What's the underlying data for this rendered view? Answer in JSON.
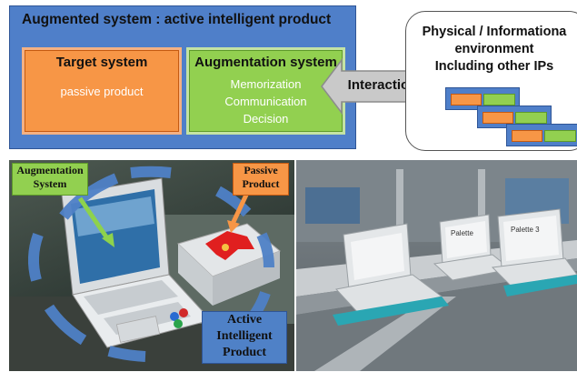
{
  "diagram": {
    "augmented_title": "Augmented system : active intelligent product",
    "target": {
      "title": "Target system",
      "text": "passive product"
    },
    "augmentation": {
      "title": "Augmentation system",
      "lines": [
        "Memorization",
        "Communication",
        "Decision"
      ]
    },
    "interaction": "Interaction",
    "environment": {
      "lines": [
        "Physical / Informationa",
        "environment",
        "Including other IPs"
      ]
    }
  },
  "photo_left": {
    "augmentation_label": [
      "Augmentation",
      "System"
    ],
    "passive_label": [
      "Passive",
      "Product"
    ],
    "active_label": [
      "Active",
      "Intelligent",
      "Product"
    ]
  },
  "photo_right": {
    "screen_labels": [
      "Palette",
      "Palette 3"
    ]
  },
  "colors": {
    "blue_box": "#4f7fc9",
    "orange_box": "#f79646",
    "green_box": "#92d050",
    "arrow_gray": "#c9c9c9"
  }
}
